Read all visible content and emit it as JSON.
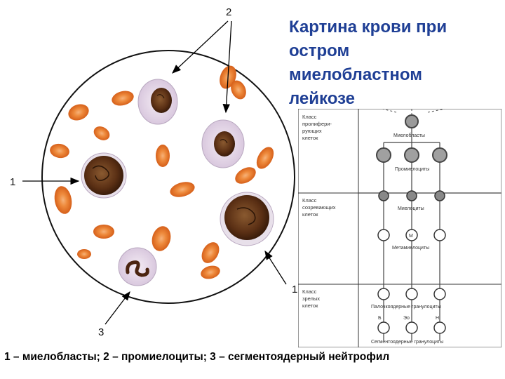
{
  "title": {
    "line1": "Картина крови при",
    "line2": "остром",
    "line3": "миелобластном",
    "line4": "лейкозе"
  },
  "smear": {
    "label_1_left": "1",
    "label_1_right": "1",
    "label_2": "2",
    "label_3": "3"
  },
  "scheme": {
    "class_proliferating": [
      "Класс",
      "пролифери-",
      "рующих",
      "клеток"
    ],
    "class_maturing": [
      "Класс",
      "созревающих",
      "клеток"
    ],
    "class_mature": [
      "Класс",
      "зрелых",
      "клеток"
    ],
    "myeloblasts": "Миелобласты",
    "promyelocytes": "Промиелоциты",
    "myelocytes": "Миелоциты",
    "metamyelocytes": "Метамиелоциты",
    "band_granulocytes": "Палочкоядерные гранулоциты",
    "segmented_granulocytes": "Сегментоядерные гранулоциты",
    "b": "Б",
    "eo": "Эо",
    "n": "Н",
    "m": "М"
  },
  "caption": "1 – миелобласты; 2 – промиелоциты; 3 – сегментоядерный нейтрофил",
  "colors": {
    "title": "#1f3f95",
    "erythrocyte": "#e0701f",
    "nucleus": "#6b3a1f"
  }
}
